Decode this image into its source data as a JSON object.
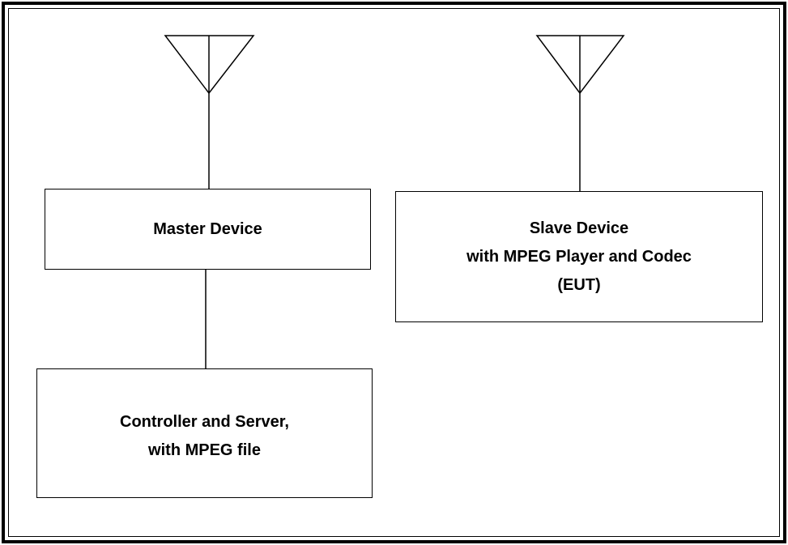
{
  "diagram": {
    "nodes": [
      {
        "id": "master",
        "lines": [
          "Master Device"
        ]
      },
      {
        "id": "slave",
        "lines": [
          "Slave Device",
          "with MPEG Player and Codec",
          "(EUT)"
        ]
      },
      {
        "id": "controller",
        "lines": [
          "Controller and Server,",
          "with MPEG file"
        ]
      }
    ],
    "edges": [
      {
        "from": "master",
        "to": "controller"
      }
    ],
    "antennas": [
      {
        "attached_to": "master"
      },
      {
        "attached_to": "slave"
      }
    ]
  }
}
